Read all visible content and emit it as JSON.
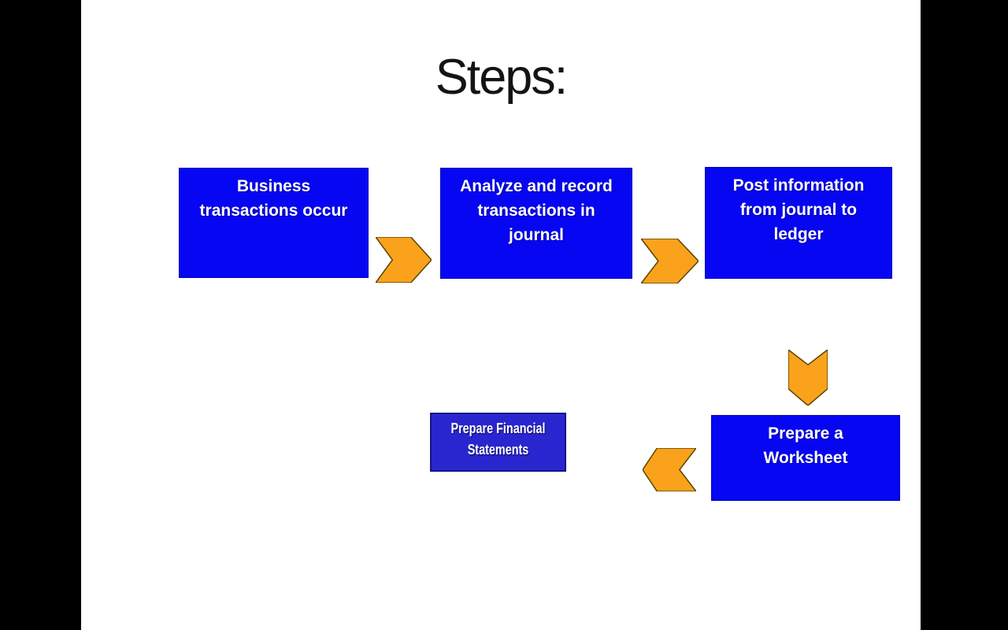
{
  "colors": {
    "letterbox": "#000000",
    "slide-bg": "#ffffff",
    "title-color": "#141414",
    "box-blue": "#0606f2",
    "box-border": "#0000bb",
    "box-text": "#ffffff",
    "small-box-blue": "#2a26cf",
    "small-box-border": "#15158a",
    "arrow-orange": "#faa21c",
    "arrow-outline": "#5b4300"
  },
  "slide": {
    "title": "Steps:",
    "boxes": [
      {
        "name": "business-transactions",
        "lines": [
          "Business",
          "transactions occur"
        ]
      },
      {
        "name": "analyze-record",
        "lines": [
          "Analyze and record",
          "transactions in",
          "journal"
        ]
      },
      {
        "name": "post-information",
        "lines": [
          "Post information",
          "from journal to",
          "ledger"
        ]
      },
      {
        "name": "prepare-worksheet",
        "lines": [
          "Prepare a",
          "Worksheet"
        ]
      },
      {
        "name": "prepare-financial-statements",
        "lines": [
          "Prepare Financial",
          "Statements"
        ]
      }
    ],
    "arrows": [
      {
        "name": "arrow-right-1",
        "direction": "right"
      },
      {
        "name": "arrow-right-2",
        "direction": "right"
      },
      {
        "name": "arrow-down-1",
        "direction": "down"
      },
      {
        "name": "arrow-left-1",
        "direction": "left"
      }
    ]
  }
}
